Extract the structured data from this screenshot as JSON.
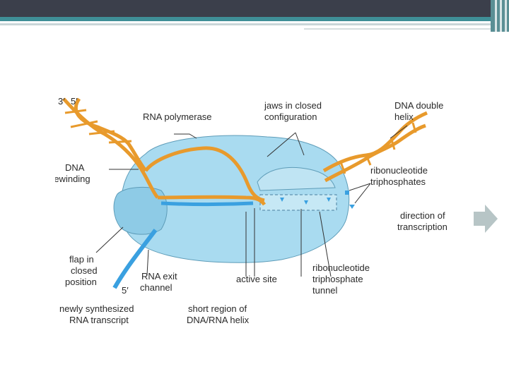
{
  "diagram": {
    "labels": {
      "strand_3": "3′",
      "strand_5": "5′",
      "rna_polymerase": "RNA polymerase",
      "jaws_line1": "jaws in closed",
      "jaws_line2": "configuration",
      "dna_double_line1": "DNA double",
      "dna_double_line2": "helix",
      "dna_rewinding_line1": "DNA",
      "dna_rewinding_line2": "rewinding",
      "ribo_tri_line1": "ribonucleotide",
      "ribo_tri_line2": "triphosphates",
      "direction_line1": "direction of",
      "direction_line2": "transcription",
      "flap_line1": "flap in",
      "flap_line2": "closed",
      "flap_line3": "position",
      "five_prime": "5′",
      "rna_exit_line1": "RNA exit",
      "rna_exit_line2": "channel",
      "active_site": "active site",
      "tunnel_line1": "ribonucleotide",
      "tunnel_line2": "triphosphate",
      "tunnel_line3": "tunnel",
      "newly_line1": "newly synthesized",
      "newly_line2": "RNA transcript",
      "short_line1": "short region of",
      "short_line2": "DNA/RNA helix"
    },
    "colors": {
      "polymerase": "#a9dbf0",
      "polymerase_shade": "#8ecbe6",
      "dna": "#e89a2c",
      "rna": "#3aa0e0",
      "arrow": "#b7c5c6",
      "leader": "#333333"
    }
  }
}
